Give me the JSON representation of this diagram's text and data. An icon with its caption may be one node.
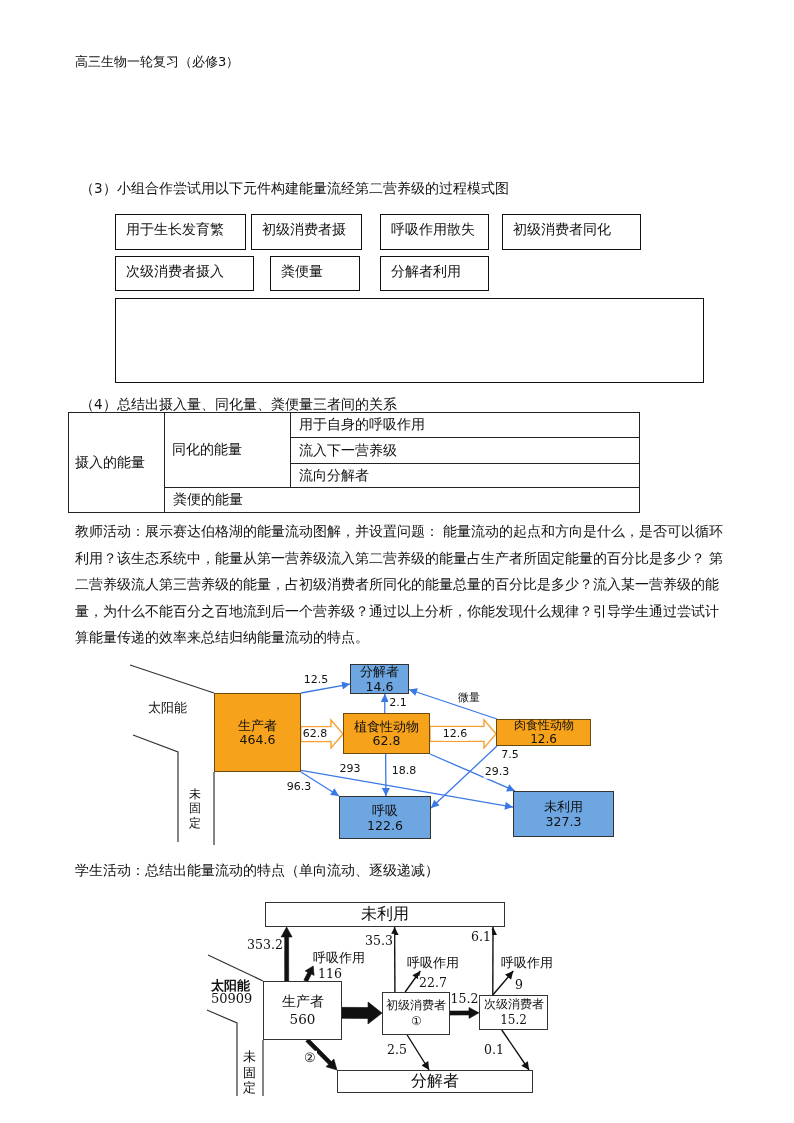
{
  "diagram": {
    "title": "高三生物一轮复习（必修3）",
    "nodes": [
      {
        "text": [
          "用于生长发育繁"
        ]
      },
      {
        "text": [
          "初级消费者摄"
        ]
      },
      {
        "text": [
          "呼吸作用散失"
        ]
      },
      {
        "text": [
          "初级消费者同化"
        ]
      },
      {
        "text": [
          "次级消费者摄入"
        ]
      },
      {
        "text": [
          "粪便量"
        ]
      },
      {
        "text": [
          "分解者利用"
        ]
      },
      {
        "text": [],
        "shape": "box"
      },
      {
        "text": [
          "分解者",
          "14.6"
        ]
      },
      {
        "text": [
          "生产者",
          "464.6"
        ]
      },
      {
        "text": [
          "植食性动物",
          "62.8"
        ]
      },
      {
        "text": [
          "肉食性动物",
          "12.6"
        ]
      },
      {
        "text": [
          "呼吸",
          "122.6"
        ]
      },
      {
        "text": [
          "未利用",
          "327.3"
        ]
      },
      {
        "text": [
          "未利用"
        ]
      },
      {
        "text": [
          "呼吸作用"
        ]
      },
      {
        "text": [
          "呼吸作用"
        ]
      },
      {
        "text": [
          "呼吸作用"
        ]
      },
      {
        "text": [
          "生产者",
          "560"
        ]
      },
      {
        "text": [
          "初级消费者",
          "①"
        ]
      },
      {
        "text": [
          "次级消费者",
          "15.2"
        ]
      },
      {
        "text": [
          "分解者"
        ]
      }
    ],
    "edges": [
      {
        "from": 9,
        "to": 8,
        "arrow": "to",
        "label": "12.5",
        "color": "#3a78e6"
      },
      {
        "from": 10,
        "to": 8,
        "arrow": "to",
        "label": "2.1",
        "color": "#3a78e6"
      },
      {
        "from": 11,
        "to": 8,
        "arrow": "to",
        "label": "微量",
        "color": "#3a78e6"
      },
      {
        "from": 9,
        "to": 10,
        "arrow": "to",
        "label": "62.8",
        "style": "thick",
        "color": "#f5a031"
      },
      {
        "from": 10,
        "to": 11,
        "arrow": "to",
        "label": "12.6",
        "style": "thick",
        "color": "#f5a031"
      },
      {
        "from": 9,
        "to": 12,
        "arrow": "to",
        "label": "96.3",
        "color": "#3a78e6"
      },
      {
        "from": 9,
        "to": 13,
        "arrow": "to",
        "label": "293",
        "color": "#3a78e6"
      },
      {
        "from": 10,
        "to": 12,
        "arrow": "to",
        "label": "18.8",
        "color": "#3a78e6"
      },
      {
        "from": 10,
        "to": 13,
        "arrow": "to",
        "label": "29.3",
        "color": "#3a78e6"
      },
      {
        "from": 11,
        "to": 12,
        "arrow": "to",
        "label": "7.5",
        "color": "#3a78e6"
      },
      {
        "from": 18,
        "to": 14,
        "arrow": "to",
        "label": "353.2",
        "style": "thick"
      },
      {
        "from": 18,
        "to": 15,
        "arrow": "to",
        "label": "116",
        "style": "thick"
      },
      {
        "from": 18,
        "to": 19,
        "arrow": "to",
        "style": "thick"
      },
      {
        "from": 18,
        "to": 21,
        "arrow": "to",
        "label": "②",
        "style": "thick"
      },
      {
        "from": 19,
        "to": 14,
        "arrow": "to",
        "label": "35.3",
        "color": "#111111"
      },
      {
        "from": 19,
        "to": 16,
        "arrow": "to",
        "label": "22.7",
        "color": "#111111"
      },
      {
        "from": 19,
        "to": 20,
        "arrow": "to",
        "label": "15.2",
        "style": "thick"
      },
      {
        "from": 19,
        "to": 21,
        "arrow": "to",
        "label": "2.5",
        "color": "#111111"
      },
      {
        "from": 20,
        "to": 14,
        "arrow": "to",
        "label": "6.1",
        "color": "#111111"
      },
      {
        "from": 20,
        "to": 17,
        "arrow": "to",
        "label": "9",
        "color": "#111111"
      },
      {
        "from": 20,
        "to": 21,
        "arrow": "to",
        "label": "0.1",
        "color": "#111111"
      }
    ],
    "labels": [
      "（3）小组合作尝试用以下元件构建能量流经第二营养级的过程模式图",
      "（4）总结出摄入量、同化量、粪便量三者间的关系",
      "摄入的能量",
      "同化的能量",
      "用于自身的呼吸作用",
      "流入下一营养级",
      "流向分解者",
      "粪便的能量",
      "教师活动：展示赛达伯格湖的能量流动图解，并设置问题： 能量流动的起点和方向是什么，是否可以循环利用？该生态系统中，能量从第一营养级流入第二营养级的能量占生产者所固定能量的百分比是多少？ 第二营养级流人第三营养级的能量，占初级消费者所同化的能量总量的百分比是多少？流入某一营养级的能量，为什么不能百分之百地流到后一个营养级？通过以上分析，你能发现什么规律？引导学生通过尝试计算能量传递的效率来总结归纳能量流动的特点。",
      "太阳能",
      "未固定",
      "学生活动：总结出能量流动的特点（单向流动、逐级递减）",
      "太阳能",
      "50909",
      "未固定"
    ]
  }
}
